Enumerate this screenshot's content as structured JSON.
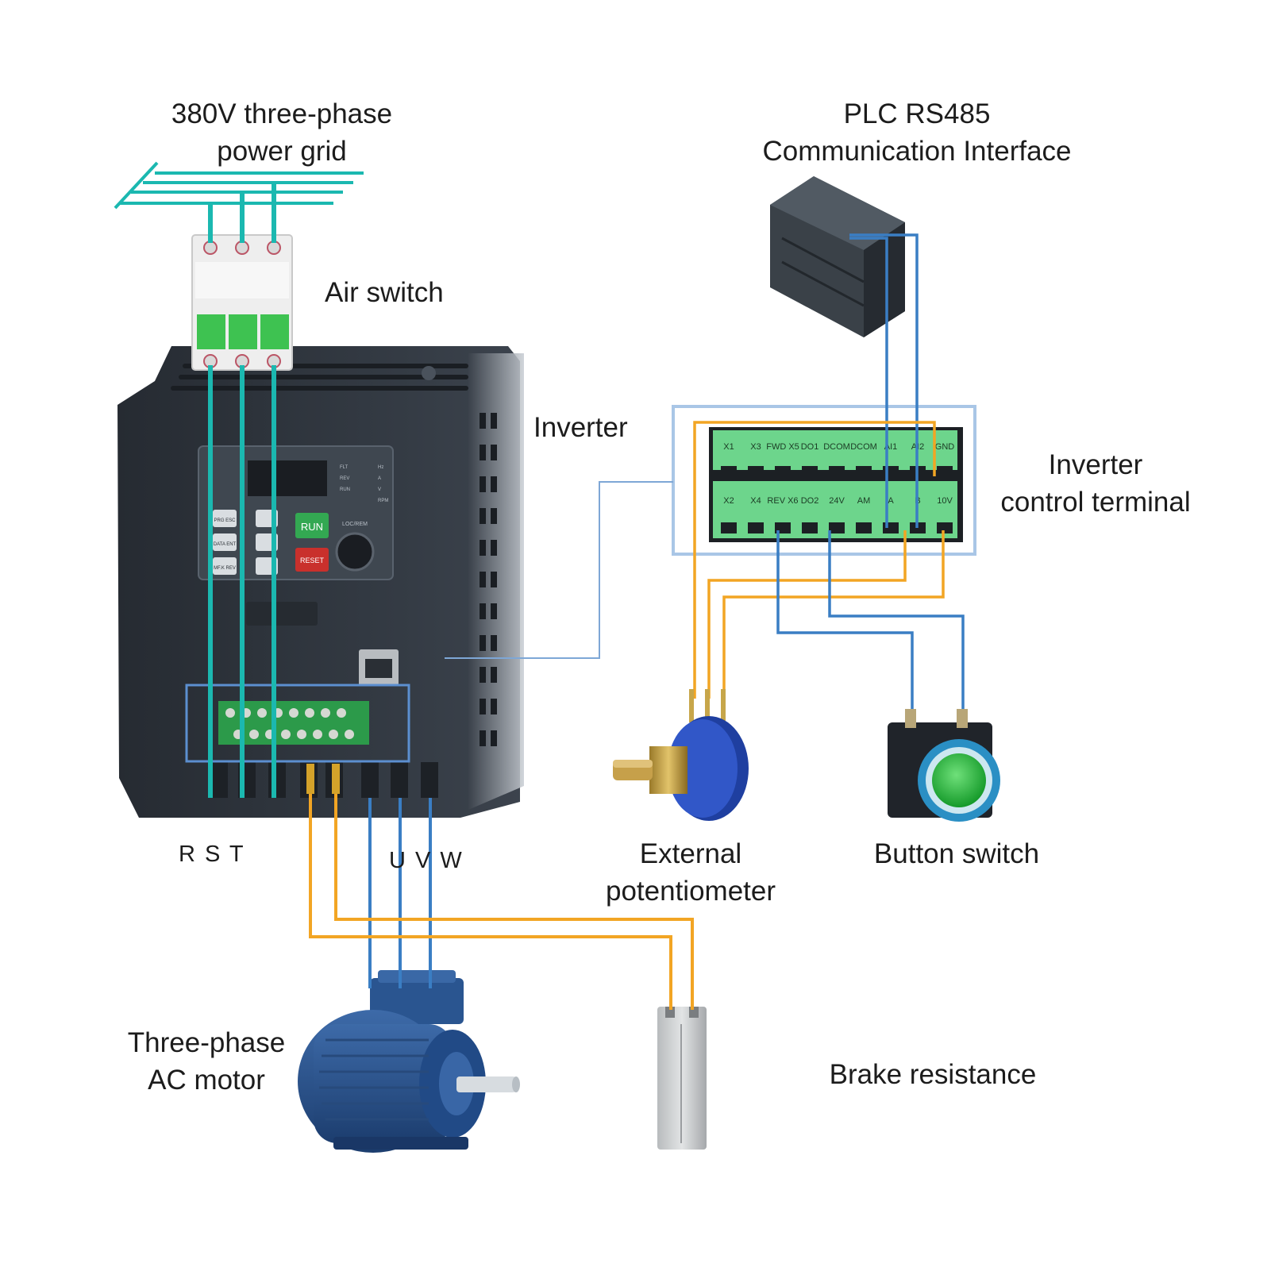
{
  "labels": {
    "power_grid": [
      "380V three-phase",
      "power grid"
    ],
    "air_switch": "Air switch",
    "inverter": "Inverter",
    "plc": [
      "PLC RS485",
      "Communication Interface"
    ],
    "control_terminal": [
      "Inverter",
      "control terminal"
    ],
    "input_terminals": "R S T",
    "output_terminals": "U V W",
    "potentiometer": [
      "External",
      "potentiometer"
    ],
    "button_switch": "Button switch",
    "motor": [
      "Three-phase",
      "AC motor"
    ],
    "brake": "Brake resistance"
  },
  "keypad": {
    "run": "RUN",
    "reset": "RESET",
    "loc_rem": "LOC/REM",
    "leds_left": [
      "FLT",
      "REV",
      "RUN"
    ],
    "leds_right": [
      "Hz",
      "A",
      "V",
      "RPM"
    ],
    "keys_left": [
      "PRG ESC",
      "DATA ENT",
      "MF.K REV"
    ]
  },
  "control_terminal": {
    "top_row": [
      "X1",
      "X3",
      "FWD X5",
      "DO1",
      "DCOM",
      "DCOM",
      "AI1",
      "AI2",
      "GND"
    ],
    "bottom_row": [
      "X2",
      "X4",
      "REV X6",
      "DO2",
      "24V",
      "AM",
      "A",
      "B",
      "10V"
    ]
  },
  "colors": {
    "power_wire": "#1bb8b0",
    "control_wire_orange": "#f2a524",
    "control_wire_blue": "#3a7ec4",
    "inverter_body": "#2c323a",
    "terminal_green": "#6dd58c",
    "frame_blue": "#a9c6e6"
  },
  "icons": [
    "air-switch-icon",
    "inverter-icon",
    "plc-icon",
    "terminal-block-icon",
    "potentiometer-icon",
    "button-switch-icon",
    "motor-icon",
    "brake-resistor-icon"
  ]
}
